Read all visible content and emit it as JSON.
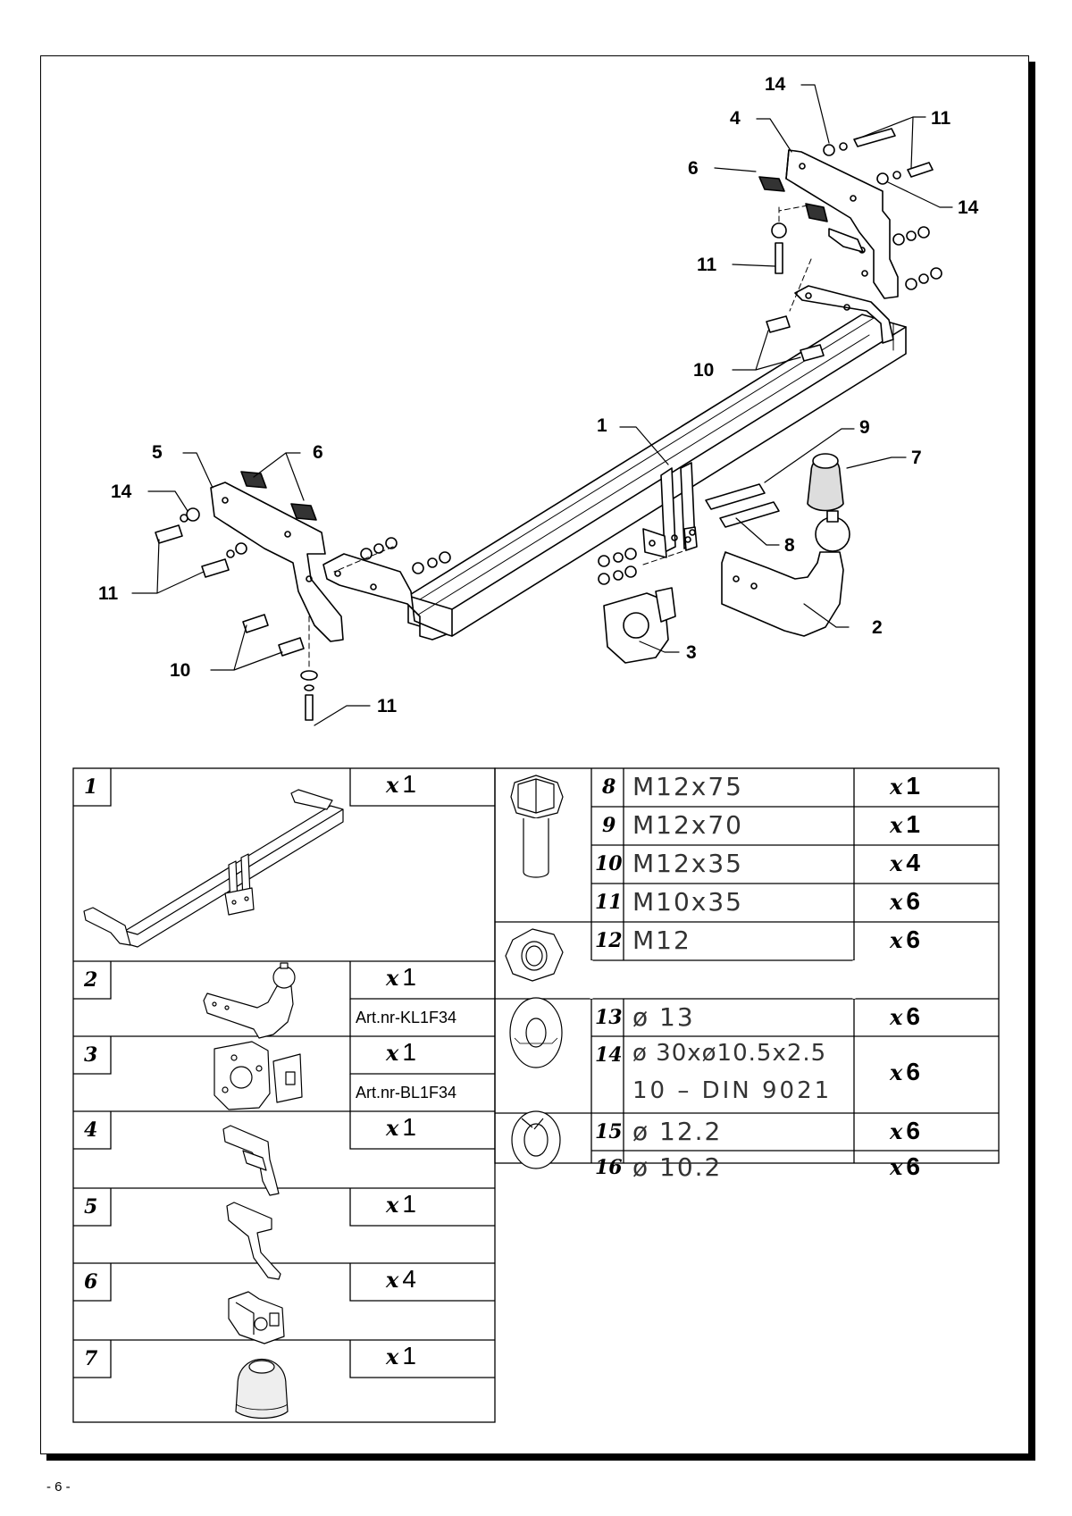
{
  "callouts": {
    "c14_top": "14",
    "c4": "4",
    "c11_topright": "11",
    "c6_right": "6",
    "c14_right": "14",
    "c11_mid": "11",
    "c10_right": "10",
    "c1": "1",
    "c9": "9",
    "c7": "7",
    "c5": "5",
    "c6_left": "6",
    "c14_left": "14",
    "c8": "8",
    "c11_left": "11",
    "c2": "2",
    "c3": "3",
    "c10_left": "10",
    "c11_bottom": "11"
  },
  "parts_left": [
    {
      "num": "1",
      "qty_x": "x",
      "qty_n": "1"
    },
    {
      "num": "2",
      "qty_x": "x",
      "qty_n": "1",
      "art": "Art.nr-KL1F34"
    },
    {
      "num": "3",
      "qty_x": "x",
      "qty_n": "1",
      "art": "Art.nr-BL1F34"
    },
    {
      "num": "4",
      "qty_x": "x",
      "qty_n": "1"
    },
    {
      "num": "5",
      "qty_x": "x",
      "qty_n": "1"
    },
    {
      "num": "6",
      "qty_x": "x",
      "qty_n": "4"
    },
    {
      "num": "7",
      "qty_x": "x",
      "qty_n": "1"
    }
  ],
  "parts_right": [
    {
      "num": "8",
      "spec": "M12x75",
      "qty_x": "x",
      "qty_n": "1"
    },
    {
      "num": "9",
      "spec": "M12x70",
      "qty_x": "x",
      "qty_n": "1"
    },
    {
      "num": "10",
      "spec": "M12x35",
      "qty_x": "x",
      "qty_n": "4"
    },
    {
      "num": "11",
      "spec": "M10x35",
      "qty_x": "x",
      "qty_n": "6"
    },
    {
      "num": "12",
      "spec": "M12",
      "qty_x": "x",
      "qty_n": "6"
    },
    {
      "num": "13",
      "spec": "ø 13",
      "qty_x": "x",
      "qty_n": "6"
    },
    {
      "num": "14",
      "spec": "ø 30xø10.5x2.5",
      "spec2": "10 – DIN 9021",
      "qty_x": "x",
      "qty_n": "6"
    },
    {
      "num": "15",
      "spec": "ø 12.2",
      "qty_x": "x",
      "qty_n": "6"
    },
    {
      "num": "16",
      "spec": "ø 10.2",
      "qty_x": "x",
      "qty_n": "6"
    }
  ],
  "page_number": "- 6 -"
}
